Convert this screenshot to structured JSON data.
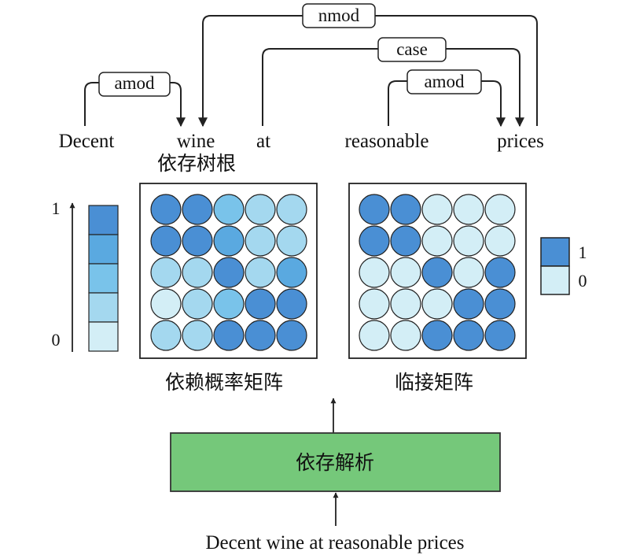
{
  "sentence": {
    "words": [
      "Decent",
      "wine",
      "at",
      "reasonable",
      "prices"
    ],
    "full_text": "Decent wine at reasonable prices"
  },
  "relations": [
    {
      "label": "amod",
      "head": "wine",
      "dependent": "Decent"
    },
    {
      "label": "nmod",
      "head": "wine",
      "dependent": "prices"
    },
    {
      "label": "case",
      "head": "prices",
      "dependent": "at"
    },
    {
      "label": "amod",
      "head": "prices",
      "dependent": "reasonable"
    }
  ],
  "root_label": "依存树根",
  "parser_label": "依存解析",
  "prob_matrix": {
    "caption": "依赖概率矩阵",
    "levels": [
      [
        0.9,
        0.9,
        0.6,
        0.2,
        0.3
      ],
      [
        0.9,
        0.9,
        0.7,
        0.3,
        0.3
      ],
      [
        0.2,
        0.3,
        0.9,
        0.3,
        0.8
      ],
      [
        0.1,
        0.2,
        0.5,
        0.9,
        0.9
      ],
      [
        0.2,
        0.3,
        0.9,
        0.9,
        0.9
      ]
    ]
  },
  "adj_matrix": {
    "caption": "临接矩阵",
    "values": [
      [
        1,
        1,
        0,
        0,
        0
      ],
      [
        1,
        1,
        0,
        0,
        0
      ],
      [
        0,
        0,
        1,
        0,
        1
      ],
      [
        0,
        0,
        0,
        1,
        1
      ],
      [
        0,
        0,
        1,
        1,
        1
      ]
    ]
  },
  "color_scale": {
    "max_label": "1",
    "min_label": "0",
    "colors": [
      "#4a8fd4",
      "#5aa9e0",
      "#79c3ea",
      "#a4d8ef",
      "#d3eef6"
    ]
  },
  "binary_legend": {
    "items": [
      {
        "label": "1",
        "color": "#4a8fd4"
      },
      {
        "label": "0",
        "color": "#d3eef6"
      }
    ]
  },
  "colors": {
    "parser_fill": "#75c87a",
    "parser_border": "#333333",
    "line": "#222222"
  }
}
